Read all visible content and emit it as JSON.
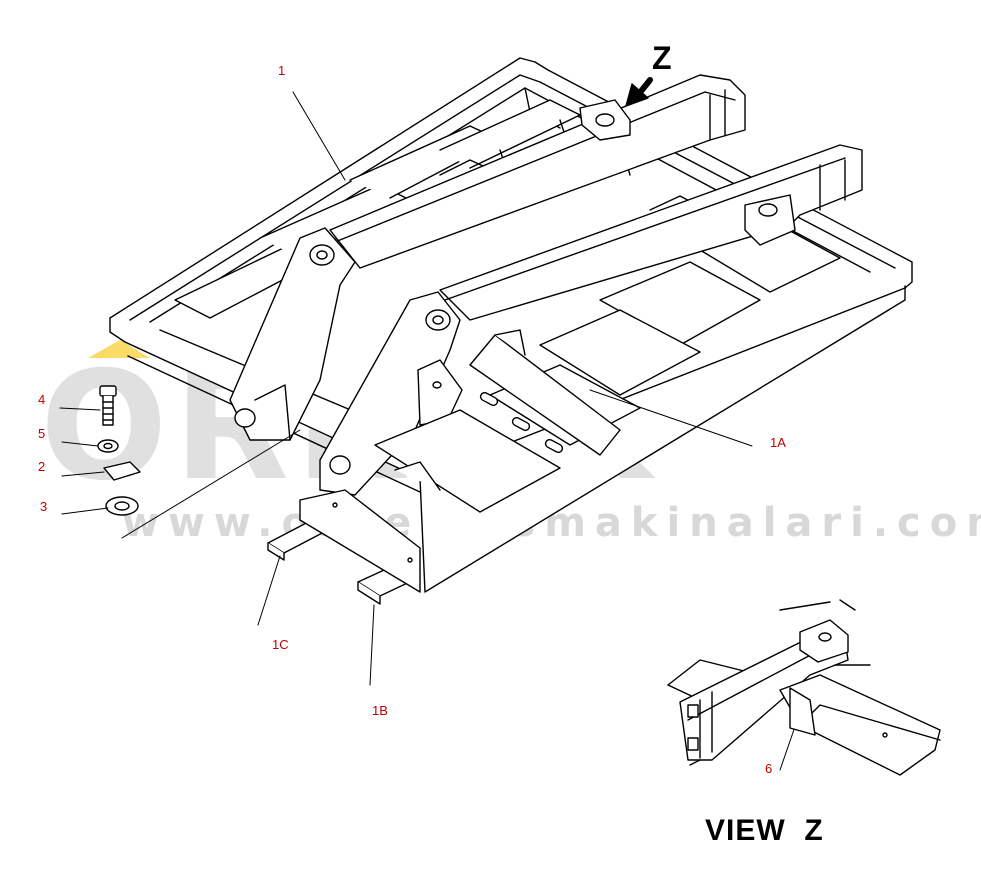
{
  "colors": {
    "line": "#000000",
    "callout": "#c00000",
    "watermark": "#c8c8c8",
    "watermark_accent": "#f5c400"
  },
  "watermark": {
    "brand": "ORNEK",
    "url": "www.orneksismakinalari.com.tr"
  },
  "callouts": [
    {
      "id": "1",
      "text": "1"
    },
    {
      "id": "1A",
      "text": "1A"
    },
    {
      "id": "1B",
      "text": "1B"
    },
    {
      "id": "1C",
      "text": "1C"
    },
    {
      "id": "2",
      "text": "2"
    },
    {
      "id": "3",
      "text": "3"
    },
    {
      "id": "4",
      "text": "4"
    },
    {
      "id": "5",
      "text": "5"
    },
    {
      "id": "6",
      "text": "6"
    }
  ],
  "view_arrow_label": "Z",
  "view_label": "VIEW  Z"
}
